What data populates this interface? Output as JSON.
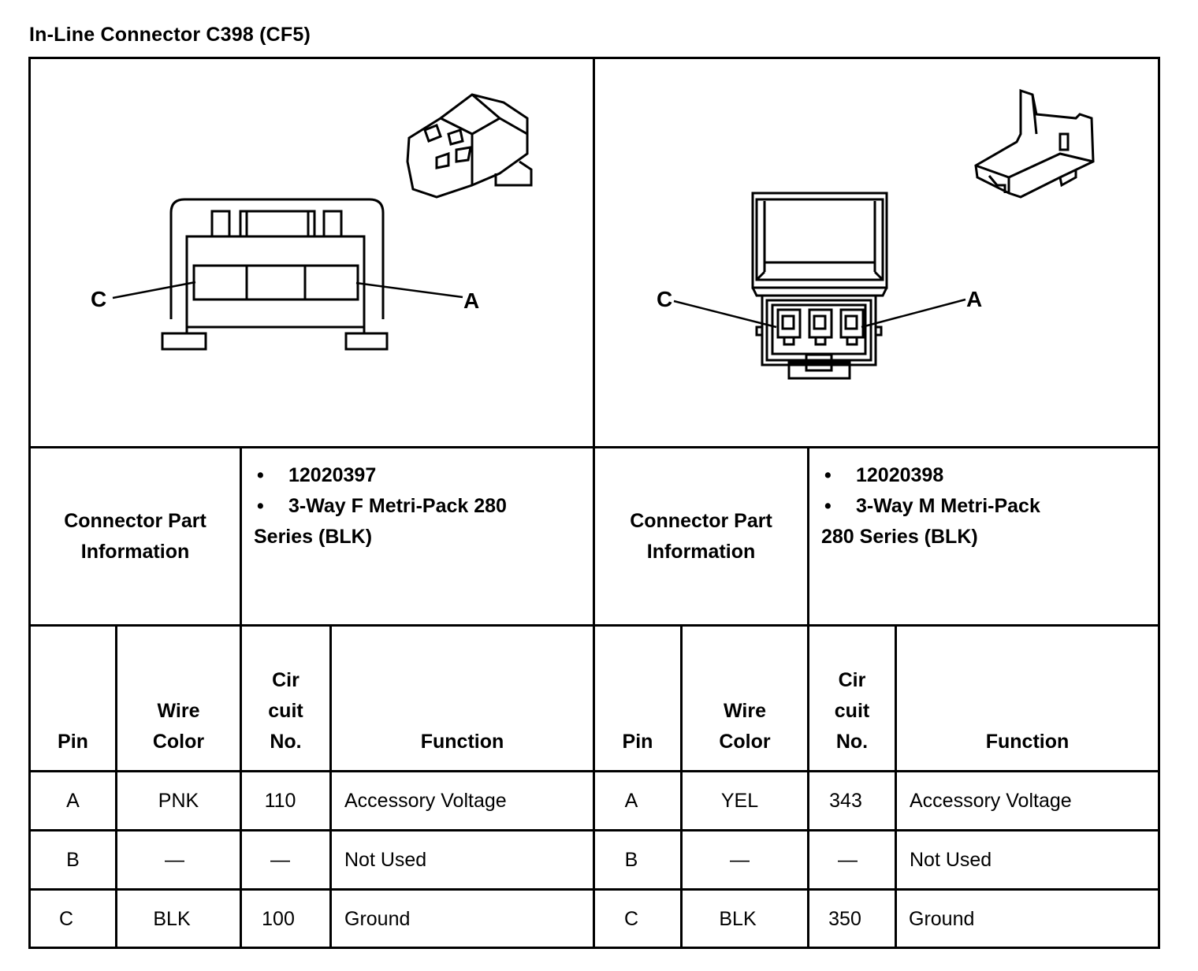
{
  "title": "In-Line Connector C398 (CF5)",
  "left": {
    "diagram": {
      "label_c": "C",
      "label_a": "A"
    },
    "part_header": "Connector Part Information",
    "part_number": "12020397",
    "part_desc_line1": "3-Way F Metri-Pack 280",
    "part_desc_line2": "Series (BLK)",
    "headers": {
      "pin": "Pin",
      "wire": "Wire Color",
      "circuit": "Cir cuit No.",
      "function": "Function"
    },
    "rows": [
      {
        "pin": "A",
        "wire": "PNK",
        "circuit": "110",
        "function": "Accessory Voltage"
      },
      {
        "pin": "B",
        "wire": "—",
        "circuit": "—",
        "function": "Not Used"
      },
      {
        "pin": "C",
        "wire": "BLK",
        "circuit": "100",
        "function": "Ground"
      }
    ]
  },
  "right": {
    "diagram": {
      "label_c": "C",
      "label_a": "A"
    },
    "part_header": "Connector Part Information",
    "part_number": "12020398",
    "part_desc_line1": "3-Way M Metri-Pack",
    "part_desc_line2": "280 Series (BLK)",
    "headers": {
      "pin": "Pin",
      "wire": "Wire Color",
      "circuit": "Cir cuit No.",
      "function": "Function"
    },
    "rows": [
      {
        "pin": "A",
        "wire": "YEL",
        "circuit": "343",
        "function": "Accessory Voltage"
      },
      {
        "pin": "B",
        "wire": "—",
        "circuit": "—",
        "function": "Not Used"
      },
      {
        "pin": "C",
        "wire": "BLK",
        "circuit": "350",
        "function": "Ground"
      }
    ]
  }
}
